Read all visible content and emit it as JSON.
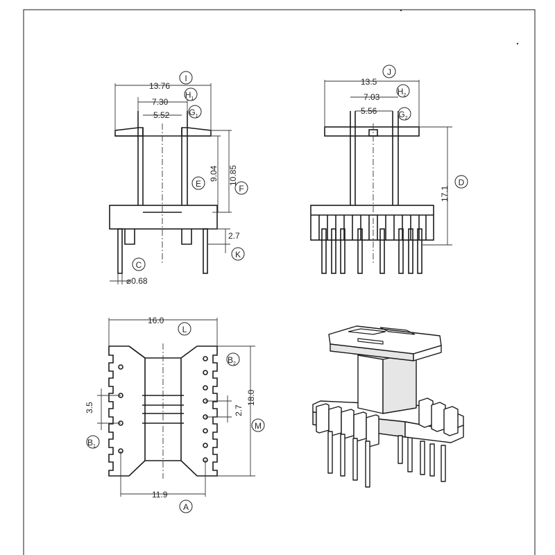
{
  "front_view": {
    "dims": {
      "i": "13.76",
      "h1": "7.30",
      "g1": "5.52",
      "e": "9.04",
      "f": "10.85",
      "k": "2.7",
      "c": "⌀0.68"
    },
    "labels": {
      "i": "I",
      "h1_main": "H",
      "h1_sub": "1",
      "g1_main": "G",
      "g1_sub": "1",
      "e": "E",
      "f": "F",
      "k": "K",
      "c": "C"
    }
  },
  "side_view": {
    "dims": {
      "j": "13.5",
      "h2": "7.03",
      "g2": "5.56",
      "d": "17.1"
    },
    "labels": {
      "j": "J",
      "h2_main": "H",
      "h2_sub": "2",
      "g2_main": "G",
      "g2_sub": "2",
      "d": "D"
    }
  },
  "bottom_view": {
    "dims": {
      "l": "16.0",
      "m": "18.0",
      "a": "11.9",
      "b1": "3.5",
      "b2": "2.7"
    },
    "labels": {
      "l": "L",
      "m": "M",
      "a": "A",
      "b1_main": "B",
      "b1_sub": "1",
      "b2_main": "B",
      "b2_sub": "2"
    }
  }
}
